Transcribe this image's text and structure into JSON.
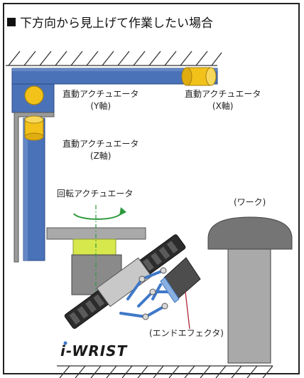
{
  "title": "下方向から見上げて作業したい場合",
  "labels": {
    "y_actuator": [
      "直動アクチュエータ",
      "(Y軸)"
    ],
    "x_actuator": [
      "直動アクチュエータ",
      "(X軸)"
    ],
    "z_actuator": [
      "直動アクチュエータ",
      "(Z軸)"
    ],
    "rotary_actuator": "回転アクチュエータ",
    "work": "(ワーク)",
    "end_effector": "(エンドエフェクタ)",
    "logo": "i-WRIST"
  },
  "colors": {
    "rail_blue": "#4a72b8",
    "cap_yellow": "#f2c21a",
    "plate_gray": "#a9a9a9",
    "block_lime": "#d7e84c",
    "work_gray": "#757575",
    "axis_green": "#2e9a3e",
    "leader_red": "#b0283a"
  }
}
